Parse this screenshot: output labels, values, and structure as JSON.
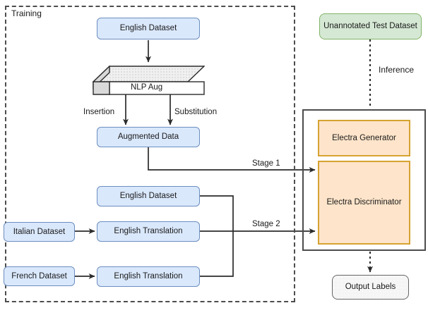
{
  "diagram": {
    "title_regions": {
      "training_label": "Training",
      "inference_label": "Inference"
    },
    "nodes": {
      "english_dataset_top": "English Dataset",
      "nlp_aug": "NLP Aug",
      "augmented_data": "Augmented Data",
      "english_dataset_stage2": "English Dataset",
      "italian_dataset": "Italian Dataset",
      "french_dataset": "French Dataset",
      "english_translation_italian": "English Translation",
      "english_translation_french": "English Translation",
      "unannotated_test_dataset": "Unannotated Test Dataset",
      "electra_generator": "Electra Generator",
      "electra_discriminator": "Electra Discriminator",
      "output_labels": "Output Labels"
    },
    "edge_labels": {
      "insertion": "Insertion",
      "substitution": "Substitution",
      "stage_1": "Stage 1",
      "stage_2": "Stage 2"
    },
    "colors": {
      "blue_fill": "#dae8fc",
      "blue_stroke": "#6c8ebf",
      "green_fill": "#d5e8d4",
      "green_stroke": "#82b366",
      "orange_fill": "#fde4ca",
      "orange_stroke": "#d6a331",
      "edge_stroke": "#4d4d4d",
      "container_stroke": "#4d4d4d",
      "dotted_fill": "#f5f5f5"
    }
  }
}
